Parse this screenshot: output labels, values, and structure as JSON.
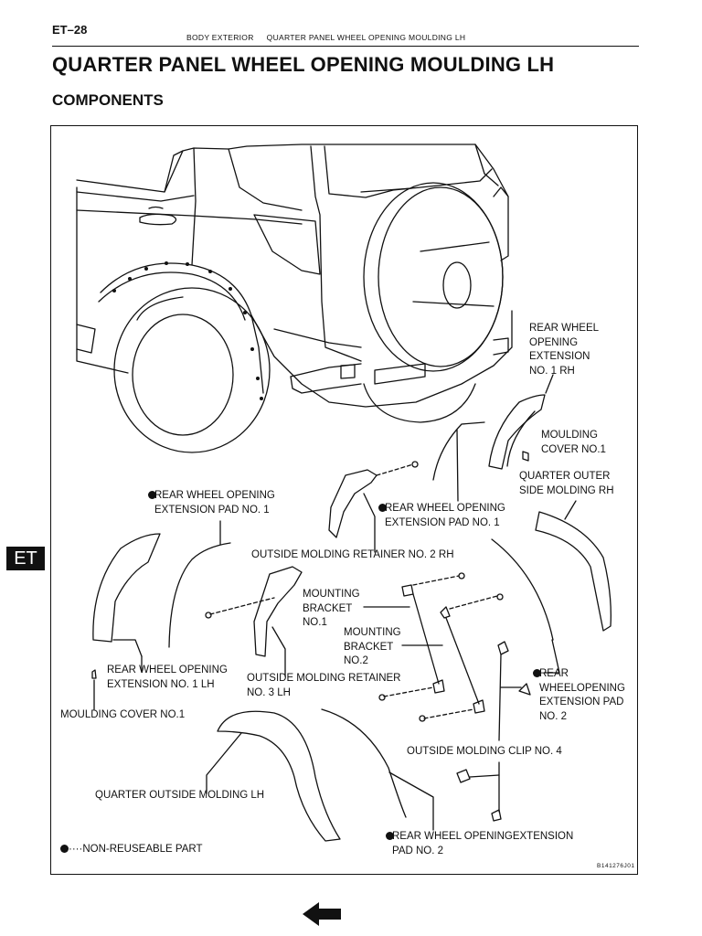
{
  "header": {
    "page_code": "ET–28",
    "section": "BODY EXTERIOR",
    "subsection": "QUARTER PANEL WHEEL OPENING MOULDING LH"
  },
  "title": "QUARTER PANEL WHEEL OPENING MOULDING LH",
  "section_title": "COMPONENTS",
  "side_tab": "ET",
  "figure": {
    "id": "B141276J01",
    "labels": {
      "rh_extension": "REAR WHEEL\nOPENING\nEXTENSION\nNO. 1 RH",
      "moulding_cover_rh": "MOULDING\nCOVER  NO.1",
      "quarter_outer_rh": "QUARTER OUTER\nSIDE MOLDING RH",
      "pad1_left": "REAR WHEEL OPENING\nEXTENSION PAD NO. 1",
      "pad1_right": "REAR WHEEL OPENING\nEXTENSION PAD NO. 1",
      "retainer2_rh": "OUTSIDE MOLDING RETAINER  NO. 2 RH",
      "bracket1": "MOUNTING\nBRACKET\nNO.1",
      "bracket2": "MOUNTING\nBRACKET\nNO.2",
      "extension_lh": "REAR WHEEL OPENING\nEXTENSION NO. 1 LH",
      "retainer3_lh": "OUTSIDE MOLDING RETAINER\nNO. 3 LH",
      "pad2_rear": "REAR\nWHEELOPENING\nEXTENSION PAD\nNO. 2",
      "moulding_cover_lh": "MOULDING COVER  NO.1",
      "clip4": "OUTSIDE MOLDING CLIP NO. 4",
      "quarter_outside_lh": "QUARTER OUTSIDE MOLDING LH",
      "pad2_bottom": "REAR WHEEL OPENINGEXTENSION\nPAD NO. 2"
    },
    "legend": "····NON-REUSEABLE PART"
  },
  "nav": {
    "back_icon": "left-arrow-icon"
  }
}
